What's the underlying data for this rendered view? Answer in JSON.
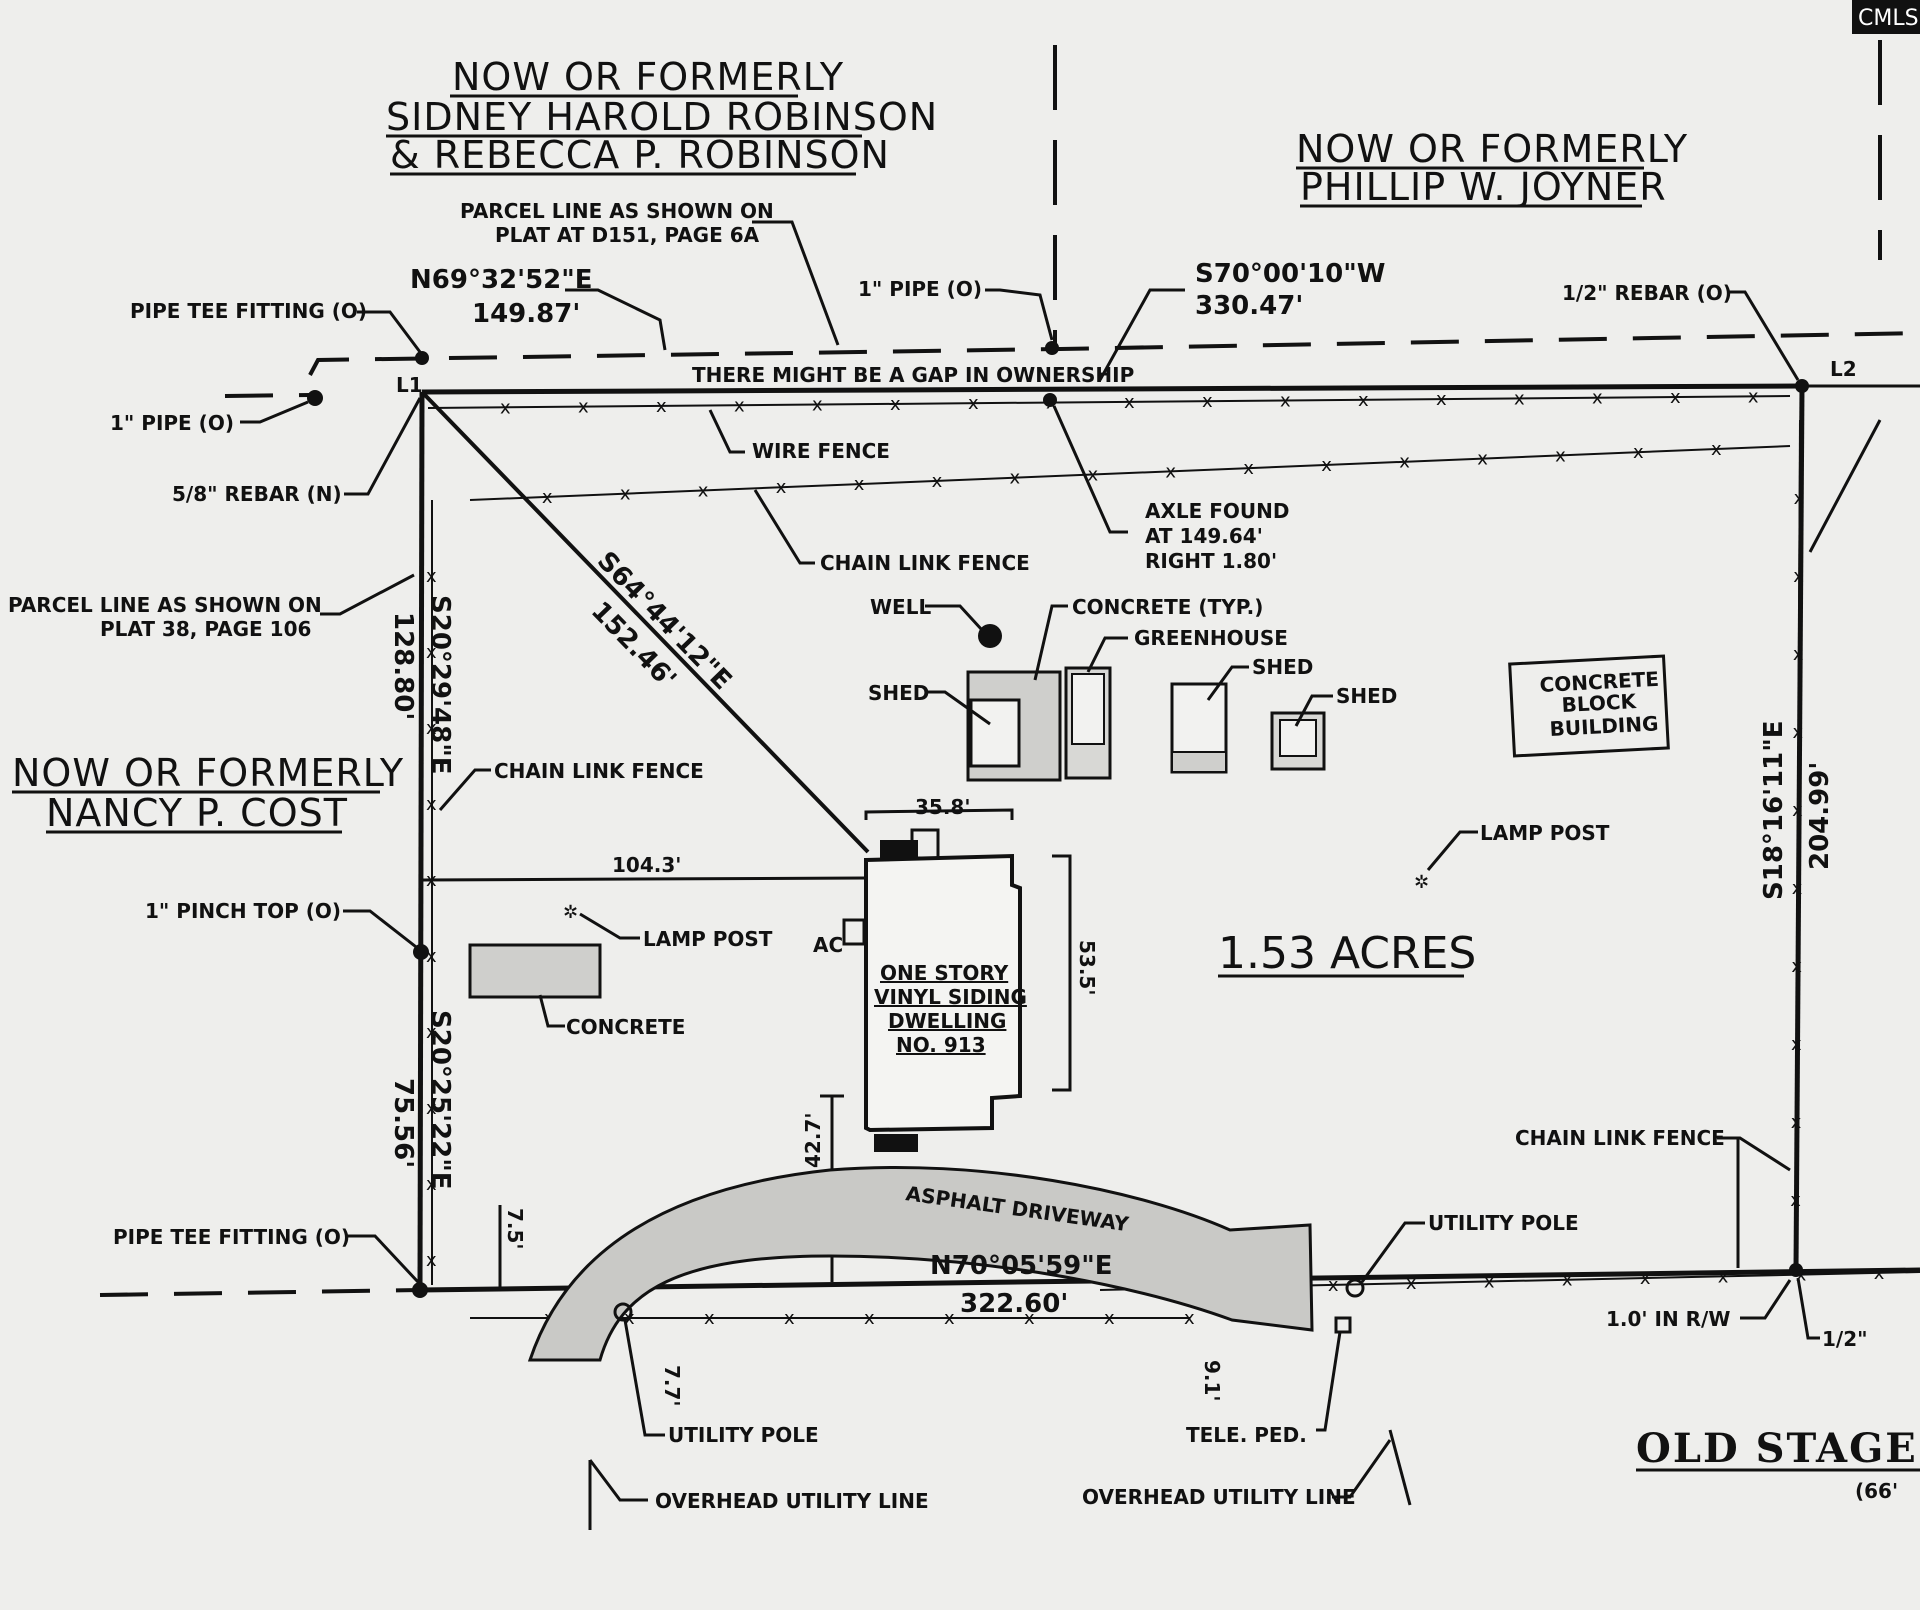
{
  "owners": {
    "north_left": [
      "NOW OR FORMERLY",
      "SIDNEY HAROLD ROBINSON",
      "& REBECCA P. ROBINSON"
    ],
    "north_right": [
      "NOW OR FORMERLY",
      "PHILLIP W. JOYNER"
    ],
    "west": [
      "NOW OR FORMERLY",
      "NANCY P. COST"
    ]
  },
  "bearings": {
    "north_left": "N69°32'52\"E",
    "north_left_dist": "149.87'",
    "north_right": "S70°00'10\"W",
    "north_right_dist": "330.47'",
    "diagonal": "S64°44'12\"E",
    "diagonal_dist": "152.46'",
    "west_upper": "S20°29'48\"E",
    "west_upper_dist": "128.80'",
    "west_lower": "S20°25'22\"E",
    "west_lower_dist": "75.56'",
    "east": "S18°16'11\"E",
    "east_dist": "204.99'",
    "south": "N70°05'59\"E",
    "south_dist": "322.60'"
  },
  "corners": {
    "L1": "L1",
    "L2": "L2"
  },
  "callouts": {
    "parcel_line_top": [
      "PARCEL LINE AS SHOWN ON",
      "PLAT AT D151, PAGE 6A"
    ],
    "pipe_top": "1\" PIPE (O)",
    "rebar_ne": "1/2\" REBAR (O)",
    "pipe_tee_nw": "PIPE TEE FITTING (O)",
    "gap": "THERE MIGHT BE A GAP IN OWNERSHIP",
    "pipe_west": "1\" PIPE (O)",
    "wire_fence": "WIRE FENCE",
    "rebar_west": "5/8\" REBAR (N)",
    "axle": [
      "AXLE FOUND",
      "AT 149.64'",
      "RIGHT 1.80'"
    ],
    "chain_fence_top": "CHAIN LINK FENCE",
    "parcel_line_west": [
      "PARCEL LINE AS SHOWN ON",
      "PLAT 38, PAGE 106"
    ],
    "well": "WELL",
    "concrete_typ": "CONCRETE (TYP.)",
    "greenhouse": "GREENHOUSE",
    "shed_left": "SHED",
    "shed_mid": "SHED",
    "shed_right": "SHED",
    "block_building": [
      "CONCRETE",
      "BLOCK",
      "BUILDING"
    ],
    "chain_fence_west": "CHAIN LINK FENCE",
    "lamp_post_right": "LAMP POST",
    "lamp_post_left": "LAMP POST",
    "pinch_top": "1\" PINCH TOP (O)",
    "concrete_pad": "CONCRETE",
    "ac": "AC",
    "house_width": "35.8'",
    "house_depth": "53.5'",
    "offset_104": "104.3'",
    "house": [
      "ONE STORY",
      "VINYL SIDING",
      "DWELLING",
      "NO. 913"
    ],
    "acres": "1.53 ACRES",
    "setback_42": "42.7'",
    "driveway": "ASPHALT DRIVEWAY",
    "chain_fence_east": "CHAIN LINK FENCE",
    "utility_pole_right": "UTILITY POLE",
    "pipe_tee_sw": "PIPE TEE FITTING (O)",
    "dim_75": "7.5'",
    "dim_77": "7.7'",
    "dim_91": "9.1'",
    "in_rw": "1.0' IN R/W",
    "half_inch": "1/2\"",
    "utility_pole_left": "UTILITY POLE",
    "tele_ped": "TELE. PED.",
    "overhead_left": "OVERHEAD UTILITY LINE",
    "overhead_right": "OVERHEAD UTILITY LINE"
  },
  "road": {
    "name": "OLD STAGE C",
    "width": "(66'"
  },
  "badge": "CMLS",
  "fence_mark": "x"
}
